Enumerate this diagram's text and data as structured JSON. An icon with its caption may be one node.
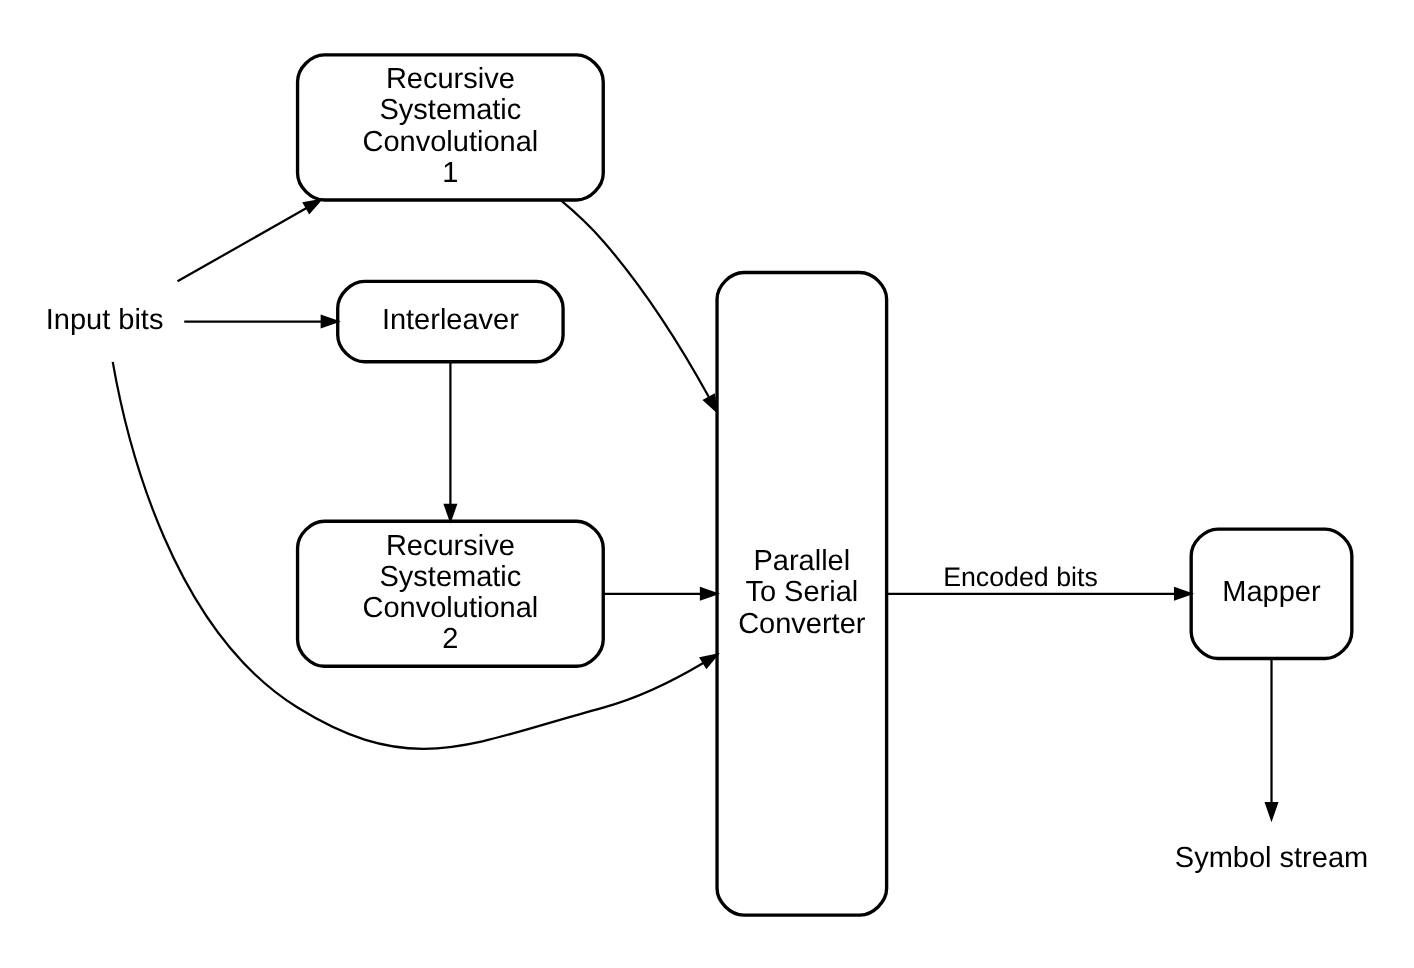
{
  "diagram": {
    "nodes": [
      {
        "text": [
          "Input bits"
        ]
      },
      {
        "text": [
          "Recursive Systematic Convolutional 1"
        ]
      },
      {
        "text": [
          "Interleaver"
        ]
      },
      {
        "text": [
          "Recursive Systematic Convolutional 2"
        ]
      },
      {
        "text": [
          "Parallel To Serial Converter"
        ]
      },
      {
        "text": [
          "Mapper"
        ]
      },
      {
        "text": [
          "Symbol stream"
        ]
      }
    ],
    "edges": [
      {
        "from": 0,
        "to": 4,
        "arrow": "to"
      },
      {
        "from": 0,
        "to": 1,
        "arrow": "to"
      },
      {
        "from": 0,
        "to": 2,
        "arrow": "to"
      },
      {
        "from": 1,
        "to": 4,
        "arrow": "to"
      },
      {
        "from": 2,
        "to": 3,
        "arrow": "to"
      },
      {
        "from": 3,
        "to": 4,
        "arrow": "to"
      },
      {
        "from": 4,
        "to": 5,
        "arrow": "to",
        "label": "Encoded bits"
      },
      {
        "from": 5,
        "to": 6,
        "arrow": "to"
      }
    ]
  }
}
